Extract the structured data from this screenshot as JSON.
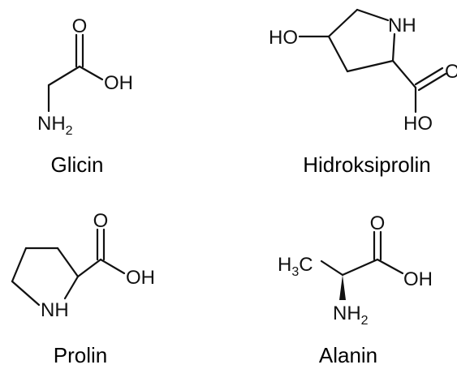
{
  "molecules": [
    {
      "name": "Glicin",
      "atoms": {
        "carbonyl_o": "O",
        "hydroxyl": "OH",
        "amine": "NH",
        "amine_sub": "2"
      }
    },
    {
      "name": "Hidroksiprolin",
      "atoms": {
        "hydroxy": "HO",
        "ring_n": "NH",
        "carbonyl_o_partial": "O",
        "acid_ho": "HO"
      }
    },
    {
      "name": "Prolin",
      "atoms": {
        "carbonyl_o": "O",
        "hydroxyl": "OH",
        "ring_n": "NH"
      }
    },
    {
      "name": "Alanin",
      "atoms": {
        "methyl_h": "H",
        "methyl_sub": "3",
        "methyl_c": "C",
        "carbonyl_o": "O",
        "hydroxyl": "OH",
        "amine": "NH",
        "amine_sub": "2"
      }
    }
  ]
}
